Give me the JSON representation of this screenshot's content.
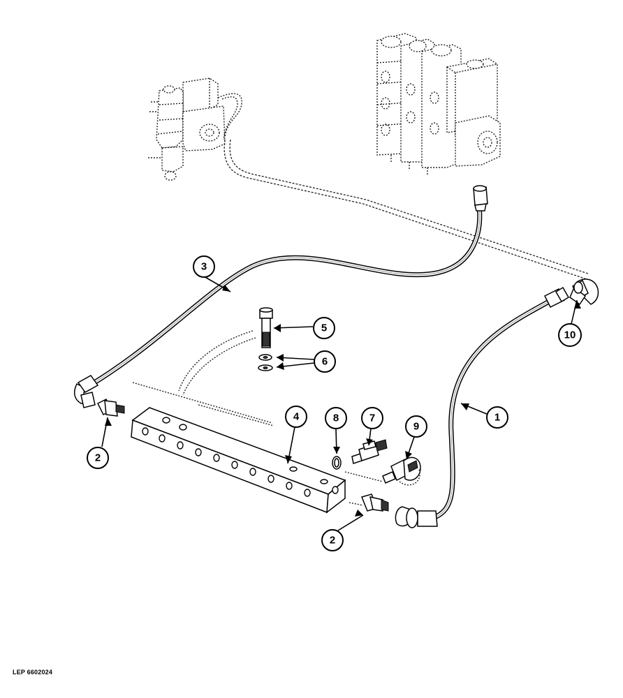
{
  "figure": {
    "reference": "LEP 6602024"
  },
  "callouts": [
    {
      "id": "1",
      "label": "1"
    },
    {
      "id": "2a",
      "label": "2"
    },
    {
      "id": "2b",
      "label": "2"
    },
    {
      "id": "3",
      "label": "3"
    },
    {
      "id": "4",
      "label": "4"
    },
    {
      "id": "5",
      "label": "5"
    },
    {
      "id": "6",
      "label": "6"
    },
    {
      "id": "7",
      "label": "7"
    },
    {
      "id": "8",
      "label": "8"
    },
    {
      "id": "9",
      "label": "9"
    },
    {
      "id": "10",
      "label": "10"
    }
  ],
  "colors": {
    "ink": "#000000",
    "paper": "#ffffff"
  }
}
